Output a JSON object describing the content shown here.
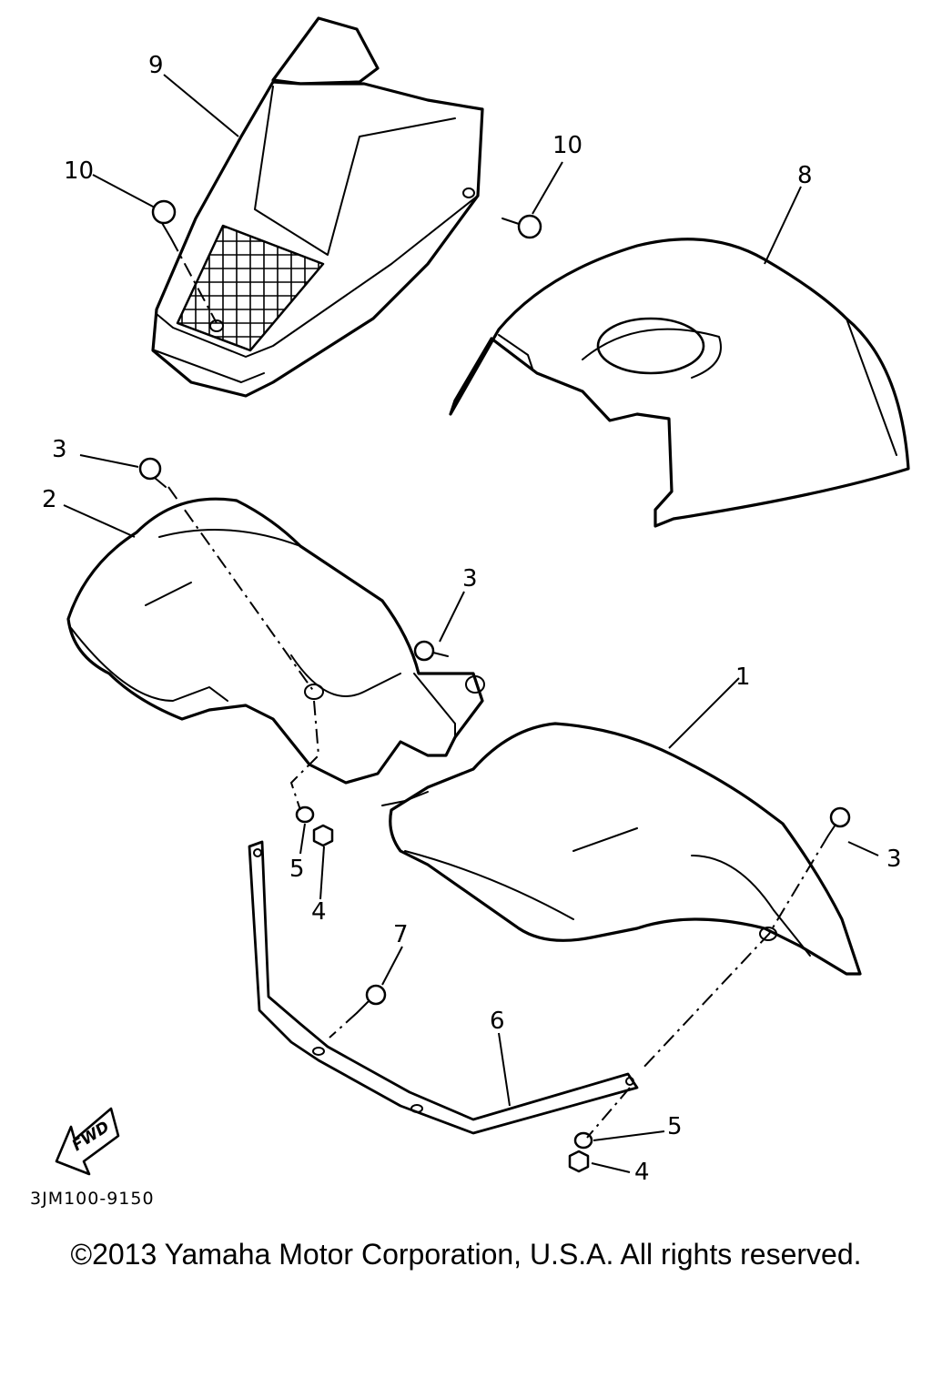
{
  "diagram": {
    "callouts": {
      "c1": "1",
      "c2": "2",
      "c3a": "3",
      "c3b": "3",
      "c3c": "3",
      "c4a": "4",
      "c4b": "4",
      "c5a": "5",
      "c5b": "5",
      "c6": "6",
      "c7": "7",
      "c8": "8",
      "c9": "9",
      "c10a": "10",
      "c10b": "10"
    },
    "fwd_label": "FWD",
    "drawing_code": "3JM100-9150"
  },
  "footer": {
    "copyright": "©2013 Yamaha Motor Corporation, U.S.A. All rights reserved."
  }
}
